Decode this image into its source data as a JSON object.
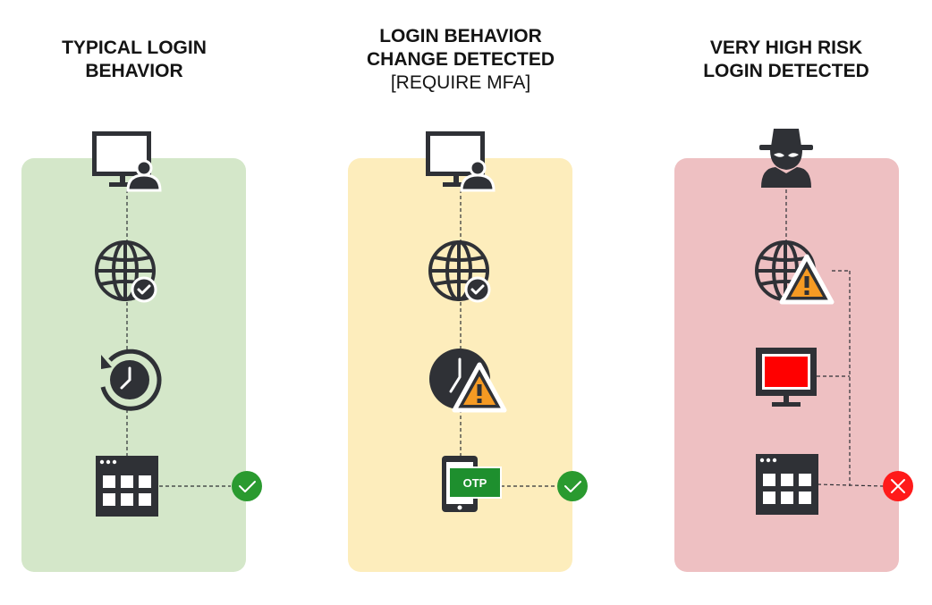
{
  "columns": [
    {
      "title_line1": "TYPICAL LOGIN",
      "title_line2": "BEHAVIOR",
      "subtitle": "",
      "panel_color": "#d4e7c9",
      "result": "success"
    },
    {
      "title_line1": "LOGIN BEHAVIOR",
      "title_line2": "CHANGE DETECTED",
      "subtitle": "[REQUIRE MFA]",
      "panel_color": "#fdedbc",
      "result": "success"
    },
    {
      "title_line1": "VERY HIGH RISK",
      "title_line2": "LOGIN DETECTED",
      "subtitle": "",
      "panel_color": "#eec0c2",
      "result": "blocked"
    }
  ],
  "otp_label": "OTP",
  "colors": {
    "icon": "#2f3136",
    "success": "#2a9a2f",
    "danger": "#ff1a1a",
    "warning": "#f59a23",
    "alert_screen": "#ff0000",
    "otp_bg": "#1e8f2e"
  },
  "icons": [
    "computer-user-icon",
    "globe-check-icon",
    "clock-refresh-icon",
    "app-grid-icon",
    "clock-warning-icon",
    "phone-otp-icon",
    "hacker-icon",
    "globe-warning-icon",
    "monitor-alert-icon",
    "check-circle-icon",
    "x-circle-icon"
  ]
}
